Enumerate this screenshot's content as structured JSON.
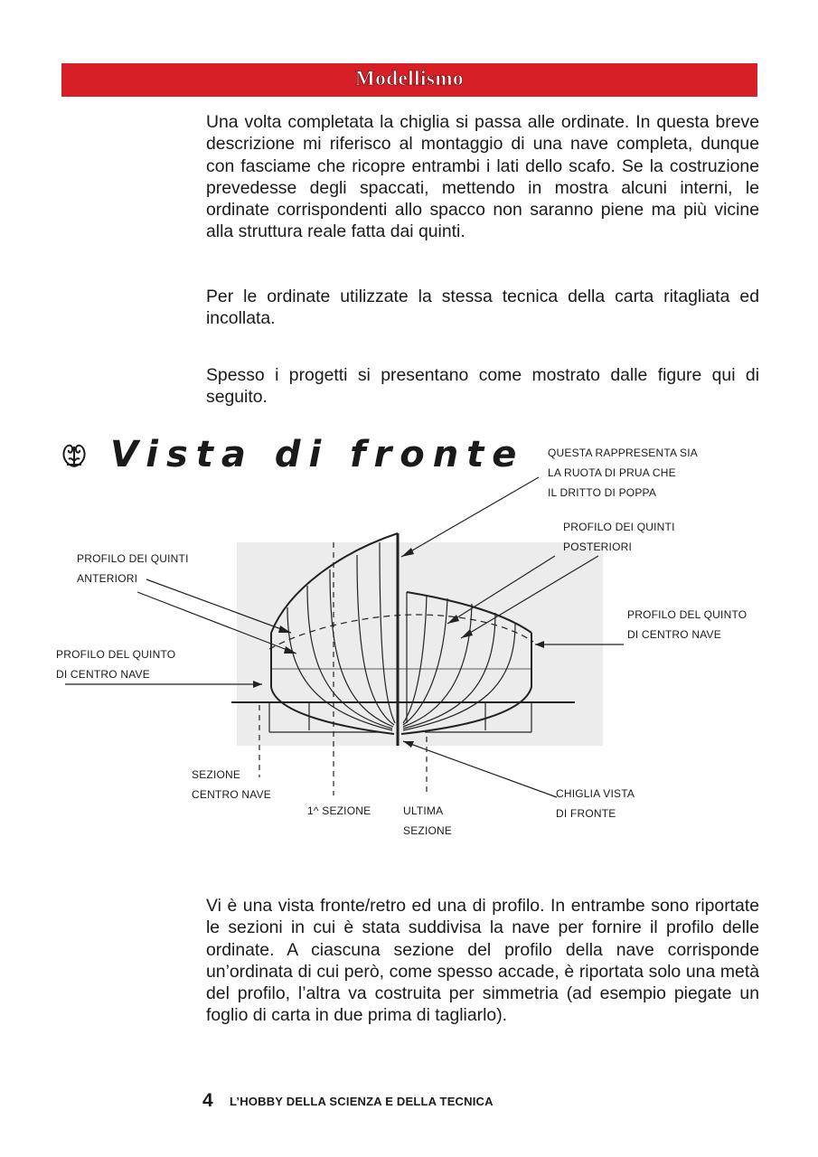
{
  "header": {
    "title": "Modellismo"
  },
  "body": {
    "paragraph1": "Una volta completata la chiglia si passa alle ordinate. In questa breve descrizione mi riferisco al montaggio di una nave completa, dunque con fasciame che ricopre entrambi i lati dello scafo. Se la costruzione prevedesse degli spaccati, mettendo in mostra alcuni interni, le ordinate corrispondenti allo spacco non saranno piene ma più vicine alla struttura reale fatta dai quinti.",
    "paragraph2": "Per le ordinate utilizzate la stessa tecnica della carta ritagliata ed incollata.",
    "paragraph3": "Spesso i progetti si presentano come mostrato dalle figure qui di seguito.",
    "paragraph4": " Vi è una vista fronte/retro ed una di profilo. In entrambe sono riportate le sezioni in cui è stata suddivisa la nave per fornire il profilo delle ordinate. A ciascuna sezione del profilo della nave corrisponde un’ordinata di cui però, come spesso accade, è riportata solo una metà del profilo, l’altra va costruita per simmetria (ad esempio piegate un foglio di carta in due prima di tagliarlo)."
  },
  "figure": {
    "title": "Vista di fronte",
    "icon": "ornament-icon",
    "labels": {
      "ruota_1": "Questa rappresenta sia",
      "ruota_2": "la Ruota di prua che",
      "ruota_3": "il Dritto di poppa",
      "post_1": "Profilo dei quinti",
      "post_2": "posteriori",
      "ant_1": "Profilo dei quinti",
      "ant_2": "anteriori",
      "centro_dx_1": "Profilo del quinto",
      "centro_dx_2": "di centro nave",
      "centro_sx_1": "Profilo del quinto",
      "centro_sx_2": "di centro nave",
      "sez_centro_1": "Sezione",
      "sez_centro_2": "centro nave",
      "prima_sez": "1^ Sezione",
      "ultima_1": "Ultima",
      "ultima_2": "Sezione",
      "chiglia_1": "Chiglia vista",
      "chiglia_2": "di fronte"
    }
  },
  "footer": {
    "page_number": "4",
    "publication": "L’Hobby della Scienza e della Tecnica"
  }
}
